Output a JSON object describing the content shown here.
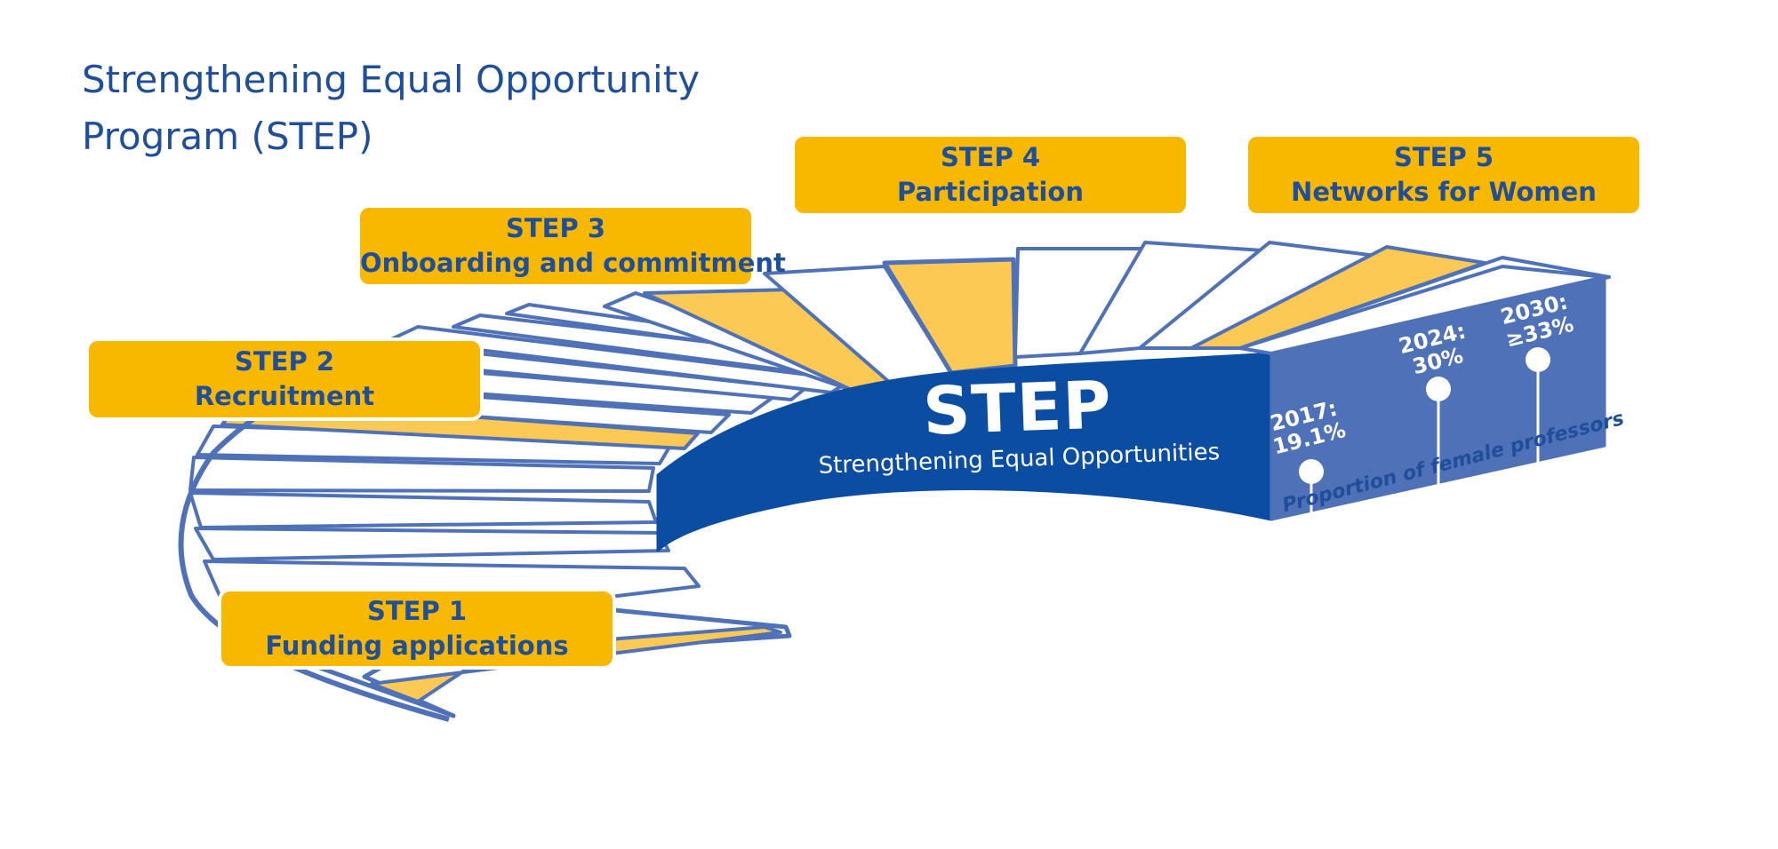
{
  "title": {
    "line1": "Strengthening Equal Opportunity",
    "line2": "Program (STEP)"
  },
  "steps": [
    {
      "step": "STEP 1",
      "name": "Funding applications"
    },
    {
      "step": "STEP 2",
      "name": "Recruitment"
    },
    {
      "step": "STEP 3",
      "name": "Onboarding and commitment"
    },
    {
      "step": "STEP 4",
      "name": "Participation"
    },
    {
      "step": "STEP 5",
      "name": "Networks for Women"
    }
  ],
  "brand": {
    "word": "STEP",
    "subtitle": "Strengthening Equal Opportunities"
  },
  "milestones": [
    {
      "year": "2017:",
      "value": "19.1%"
    },
    {
      "year": "2024:",
      "value": "30%"
    },
    {
      "year": "2030:",
      "value": "≥33%"
    }
  ],
  "milestone_axis_label": "Proportion of female professors",
  "colors": {
    "navy": "#0a4da2",
    "stair_outline": "#4f71b8",
    "yellow": "#f9b800",
    "light_yellow": "#fcc955",
    "title_blue": "#1f4e9a",
    "block_side": "#4f71b8"
  }
}
